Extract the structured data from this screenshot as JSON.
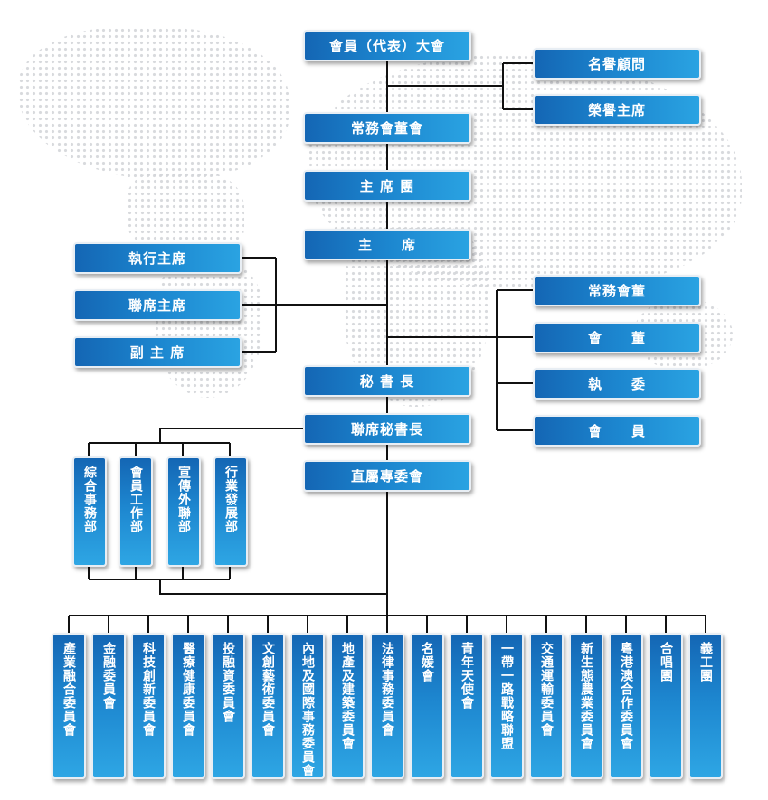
{
  "top": [
    {
      "id": "assembly",
      "label": "會員（代表）大會"
    },
    {
      "id": "standing-board",
      "label": "常務會董會"
    },
    {
      "id": "presidium",
      "label": "主 席 團"
    },
    {
      "id": "chairman",
      "label": "主　　席"
    },
    {
      "id": "secretary-general",
      "label": "秘 書 長"
    },
    {
      "id": "joint-secretary-general",
      "label": "聯席秘書長"
    },
    {
      "id": "committees-head",
      "label": "直屬專委會"
    }
  ],
  "honors": [
    "名譽顧問",
    "榮譽主席"
  ],
  "chairs": [
    "執行主席",
    "聯席主席",
    "副 主 席"
  ],
  "members": [
    "常務會董",
    "會　　董",
    "執　　委",
    "會　　員"
  ],
  "departments": [
    "綜合事務部",
    "會員工作部",
    "宣傳外聯部",
    "行業發展部"
  ],
  "committees": [
    "產業融合委員會",
    "金融委員會",
    "科技創新委員會",
    "醫療健康委員會",
    "投融資委員會",
    "文創藝術委員會",
    "內地及國際事務委員會",
    "地產及建築委員會",
    "法律事務委員會",
    "名媛會",
    "青年天使會",
    "一帶一路戰略聯盟",
    "交通運輸委員會",
    "新生態農業委員會",
    "粵港澳合作委員會",
    "合唱團",
    "義工團"
  ]
}
